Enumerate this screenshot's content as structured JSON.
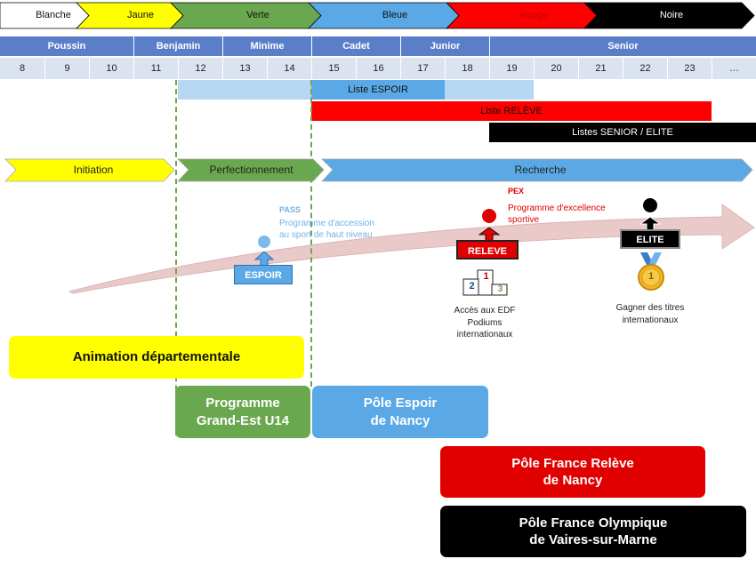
{
  "belts": [
    {
      "label": "Blanche",
      "color": "#ffffff",
      "text_color": "#111111"
    },
    {
      "label": "Jaune",
      "color": "#ffff00",
      "text_color": "#111111"
    },
    {
      "label": "Verte",
      "color": "#6aa84f",
      "text_color": "#111111"
    },
    {
      "label": "Bleue",
      "color": "#5aa9e6",
      "text_color": "#111111"
    },
    {
      "label": "Rouge",
      "color": "#ff0000",
      "text_color": "#c00000"
    },
    {
      "label": "Noire",
      "color": "#000000",
      "text_color": "#ffffff"
    }
  ],
  "categories": [
    "Poussin",
    "Benjamin",
    "Minime",
    "Cadet",
    "Junior",
    "Senior"
  ],
  "ages": [
    "8",
    "9",
    "10",
    "11",
    "12",
    "13",
    "14",
    "15",
    "16",
    "17",
    "18",
    "19",
    "20",
    "21",
    "22",
    "23",
    "…"
  ],
  "lists": {
    "espoir": "Liste ESPOIR",
    "releve": "Liste RELÈVE",
    "senior": "Listes SENIOR / ELITE"
  },
  "phases": [
    "Initiation",
    "Perfectionnement",
    "Recherche"
  ],
  "pass": {
    "title": "PASS",
    "description": "Programme d'accession\nau sport de haut niveau"
  },
  "pex": {
    "title": "PEX",
    "description": "Programme d'excellence\nsportive"
  },
  "badges": {
    "espoir": "ESPOIR",
    "releve": "RELEVE",
    "elite": "ELITE"
  },
  "podium_text": "Accès aux EDF\nPodiums\ninternationaux",
  "podium_numbers": [
    "1",
    "2",
    "3"
  ],
  "medal_number": "1",
  "medal_text": "Gagner des titres\ninternationaux",
  "structures": {
    "animation": "Animation départementale",
    "grand_est": "Programme\nGrand-Est U14",
    "pole_espoir": "Pôle Espoir\nde Nancy",
    "pole_releve": "Pôle France Relève\nde Nancy",
    "pole_olympique": "Pôle France Olympique\nde Vaires-sur-Marne"
  },
  "colors": {
    "category_blue": "#5b7ec9",
    "age_row": "#dbe3f1",
    "list_light_blue": "#b6d7f2",
    "list_blue": "#5aa9e6",
    "red": "#ff0000",
    "black": "#000000",
    "yellow": "#ffff00",
    "green": "#6aa84f",
    "pass_text": "#6fb3e8",
    "pex_text": "#e00000",
    "guide_green": "#6aa84f"
  }
}
